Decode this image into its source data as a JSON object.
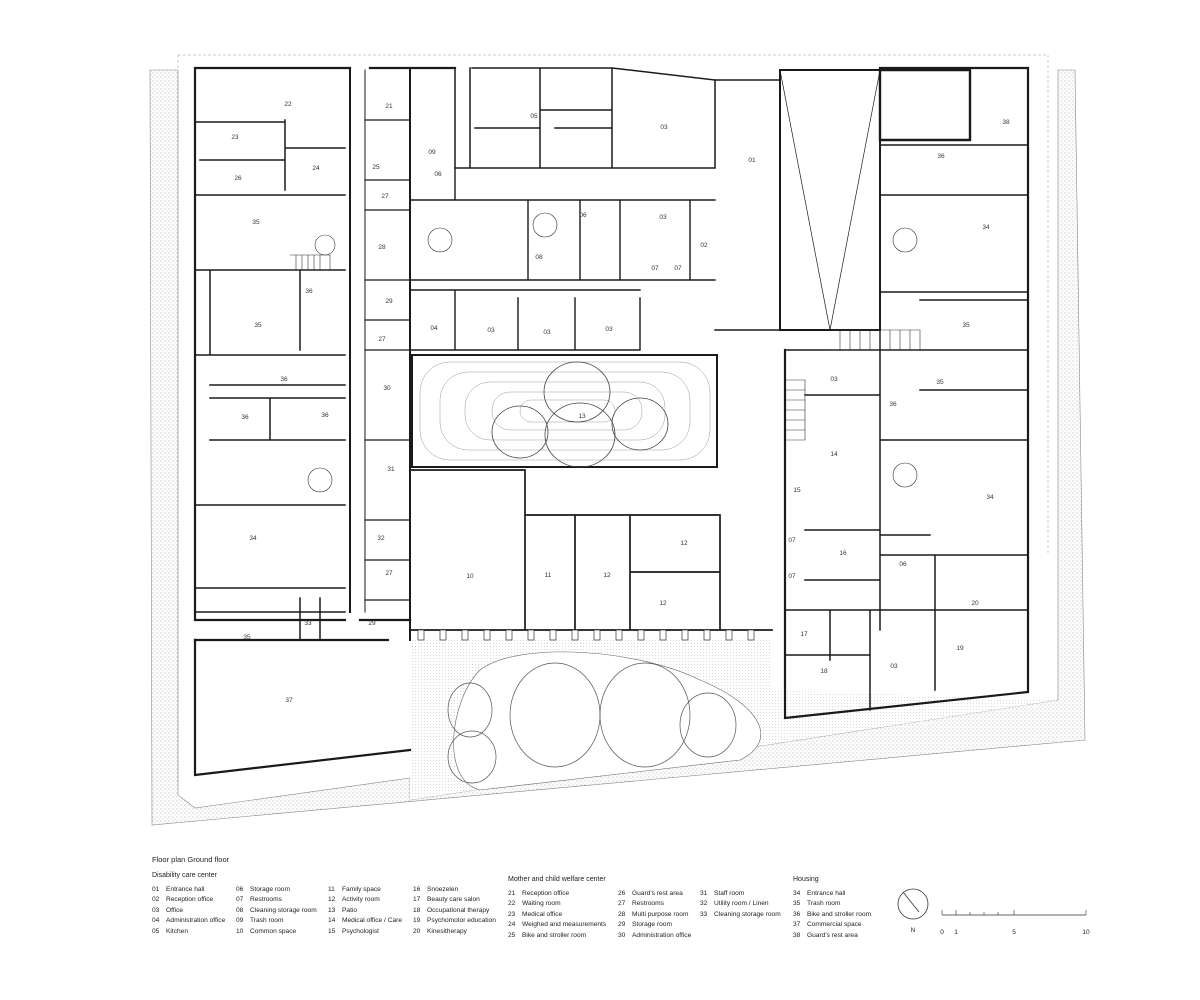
{
  "title": "Floor plan Ground floor",
  "groups": [
    {
      "title": "Disability care center",
      "columns": [
        [
          {
            "n": "01",
            "label": "Entrance hall"
          },
          {
            "n": "02",
            "label": "Reception office"
          },
          {
            "n": "03",
            "label": "Office"
          },
          {
            "n": "04",
            "label": "Administration office"
          },
          {
            "n": "05",
            "label": "Kitchen"
          }
        ],
        [
          {
            "n": "06",
            "label": "Storage room"
          },
          {
            "n": "07",
            "label": "Restrooms"
          },
          {
            "n": "08",
            "label": "Cleaning storage room"
          },
          {
            "n": "09",
            "label": "Trash room"
          },
          {
            "n": "10",
            "label": "Common space"
          }
        ],
        [
          {
            "n": "11",
            "label": "Family space"
          },
          {
            "n": "12",
            "label": "Activity room"
          },
          {
            "n": "13",
            "label": "Patio"
          },
          {
            "n": "14",
            "label": "Medical office / Care"
          },
          {
            "n": "15",
            "label": "Psychologist"
          }
        ],
        [
          {
            "n": "16",
            "label": "Snoezelen"
          },
          {
            "n": "17",
            "label": "Beauty care salon"
          },
          {
            "n": "18",
            "label": "Occupational therapy"
          },
          {
            "n": "19",
            "label": "Psychomotor education"
          },
          {
            "n": "20",
            "label": "Kinesitherapy"
          }
        ]
      ]
    },
    {
      "title": "Mother and child welfare center",
      "columns": [
        [
          {
            "n": "21",
            "label": "Reception office"
          },
          {
            "n": "22",
            "label": "Waiting room"
          },
          {
            "n": "23",
            "label": "Medical office"
          },
          {
            "n": "24",
            "label": "Weighed and measurements"
          },
          {
            "n": "25",
            "label": "Bike and stroller room"
          }
        ],
        [
          {
            "n": "26",
            "label": "Guard's rest area"
          },
          {
            "n": "27",
            "label": "Restrooms"
          },
          {
            "n": "28",
            "label": "Multi purpose room"
          },
          {
            "n": "29",
            "label": "Storage room"
          },
          {
            "n": "30",
            "label": "Administration office"
          }
        ],
        [
          {
            "n": "31",
            "label": "Staff room"
          },
          {
            "n": "32",
            "label": "Utility room / Linen"
          },
          {
            "n": "33",
            "label": "Cleaning storage room"
          }
        ]
      ]
    },
    {
      "title": "Housing",
      "columns": [
        [
          {
            "n": "34",
            "label": "Entrance hall"
          },
          {
            "n": "35",
            "label": "Trash room"
          },
          {
            "n": "36",
            "label": "Bike and stroller room"
          },
          {
            "n": "37",
            "label": "Commercial space"
          },
          {
            "n": "38",
            "label": "Guard's rest area"
          }
        ]
      ]
    }
  ],
  "north_label": "N",
  "scale_labels": [
    "0",
    "1",
    "5",
    "10"
  ],
  "room_labels": [
    "22",
    "21",
    "23",
    "24",
    "26",
    "25",
    "27",
    "09",
    "06",
    "05",
    "03",
    "01",
    "35",
    "28",
    "36",
    "29",
    "27",
    "04",
    "03",
    "03",
    "03",
    "35",
    "36",
    "36",
    "30",
    "13",
    "36",
    "31",
    "34",
    "32",
    "27",
    "10",
    "11",
    "12",
    "12",
    "12",
    "35",
    "33",
    "29",
    "37",
    "06",
    "03",
    "07",
    "07",
    "08",
    "02",
    "38",
    "36",
    "34",
    "35",
    "03",
    "35",
    "36",
    "14",
    "15",
    "34",
    "07",
    "07",
    "16",
    "06",
    "20",
    "17",
    "18",
    "03",
    "19"
  ]
}
